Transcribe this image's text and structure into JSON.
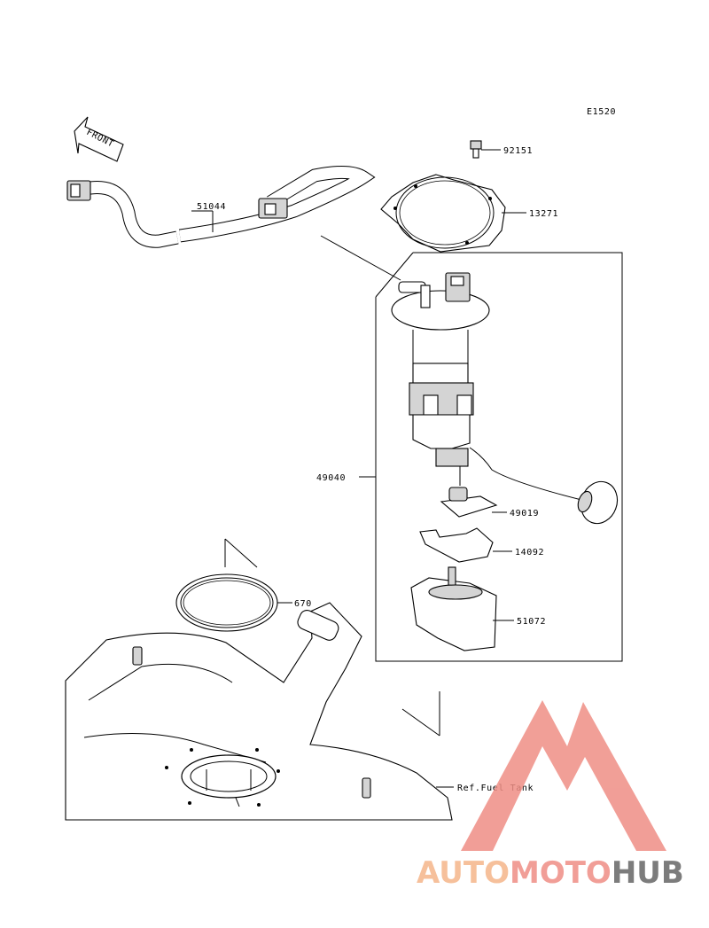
{
  "diagram_code": "E1520",
  "front_label": "FRONT",
  "callouts": {
    "bolt": "92151",
    "plate": "13271",
    "hose": "51044",
    "pump_assy": "49040",
    "filter": "49019",
    "bracket": "14092",
    "cup": "51072",
    "gasket": "670",
    "tank_ref": "Ref.Fuel Tank"
  },
  "watermark": {
    "part1": "AUTO",
    "part2": "MOTO",
    "part3": "HUB",
    "color1": "#f5b68a",
    "color2": "#ef8e85",
    "color3": "#666666"
  }
}
